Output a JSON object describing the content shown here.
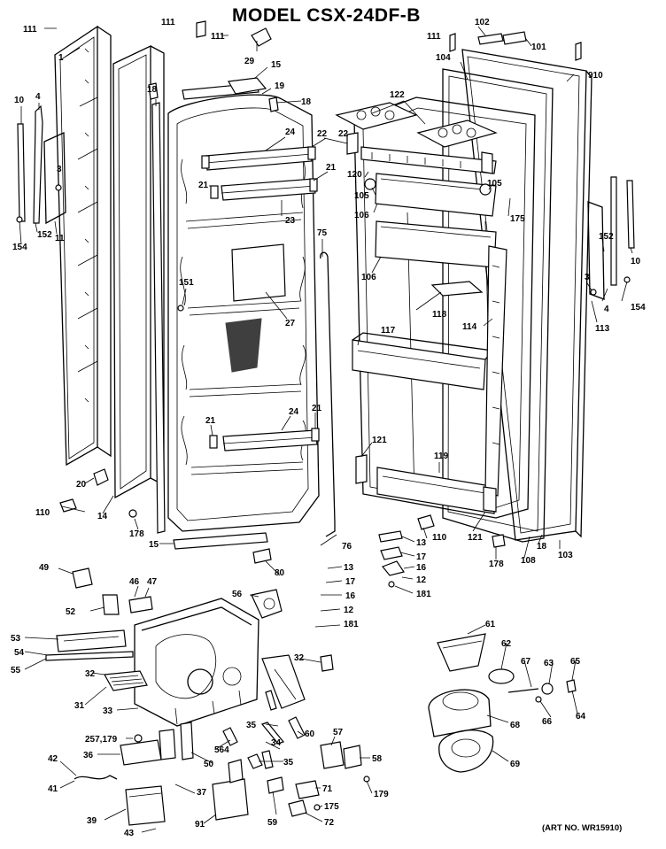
{
  "header": {
    "title": "MODEL  CSX-24DF-B",
    "art_number": "(ART NO. WR15910)"
  },
  "callouts": [
    {
      "id": "c111a",
      "text": "111"
    },
    {
      "id": "c111b",
      "text": "111"
    },
    {
      "id": "c111c",
      "text": "111"
    },
    {
      "id": "c111d",
      "text": "111"
    },
    {
      "id": "c1",
      "text": "1"
    },
    {
      "id": "c29",
      "text": "29"
    },
    {
      "id": "c15a",
      "text": "15"
    },
    {
      "id": "c19",
      "text": "19"
    },
    {
      "id": "c18a",
      "text": "18"
    },
    {
      "id": "c18b",
      "text": "18"
    },
    {
      "id": "c10a",
      "text": "10"
    },
    {
      "id": "c4a",
      "text": "4"
    },
    {
      "id": "c3a",
      "text": "3"
    },
    {
      "id": "c152a",
      "text": "152"
    },
    {
      "id": "c154a",
      "text": "154"
    },
    {
      "id": "c11",
      "text": "11"
    },
    {
      "id": "c24a",
      "text": "24"
    },
    {
      "id": "c22a",
      "text": "22"
    },
    {
      "id": "c21a",
      "text": "21"
    },
    {
      "id": "c21b",
      "text": "21"
    },
    {
      "id": "c23",
      "text": "23"
    },
    {
      "id": "c75",
      "text": "75"
    },
    {
      "id": "c151",
      "text": "151"
    },
    {
      "id": "c27",
      "text": "27"
    },
    {
      "id": "c21c",
      "text": "21"
    },
    {
      "id": "c24b",
      "text": "24"
    },
    {
      "id": "c21d",
      "text": "21"
    },
    {
      "id": "c20",
      "text": "20"
    },
    {
      "id": "c110a",
      "text": "110"
    },
    {
      "id": "c14",
      "text": "14"
    },
    {
      "id": "c178a",
      "text": "178"
    },
    {
      "id": "c15b",
      "text": "15"
    },
    {
      "id": "c76",
      "text": "76"
    },
    {
      "id": "c80",
      "text": "80"
    },
    {
      "id": "c102",
      "text": "102"
    },
    {
      "id": "c101",
      "text": "101"
    },
    {
      "id": "c104",
      "text": "104"
    },
    {
      "id": "c910",
      "text": "910"
    },
    {
      "id": "c122",
      "text": "122"
    },
    {
      "id": "c22b",
      "text": "22"
    },
    {
      "id": "c120",
      "text": "120"
    },
    {
      "id": "c105a",
      "text": "105"
    },
    {
      "id": "c105b",
      "text": "105"
    },
    {
      "id": "c106a",
      "text": "106"
    },
    {
      "id": "c106b",
      "text": "106"
    },
    {
      "id": "c175a",
      "text": "175"
    },
    {
      "id": "c118",
      "text": "118"
    },
    {
      "id": "c117",
      "text": "117"
    },
    {
      "id": "c114",
      "text": "114"
    },
    {
      "id": "c121a",
      "text": "121"
    },
    {
      "id": "c119",
      "text": "119"
    },
    {
      "id": "c121b",
      "text": "121"
    },
    {
      "id": "c110b",
      "text": "110"
    },
    {
      "id": "c178b",
      "text": "178"
    },
    {
      "id": "c108",
      "text": "108"
    },
    {
      "id": "c18c",
      "text": "18"
    },
    {
      "id": "c103",
      "text": "103"
    },
    {
      "id": "c10b",
      "text": "10"
    },
    {
      "id": "c152b",
      "text": "152"
    },
    {
      "id": "c3b",
      "text": "3"
    },
    {
      "id": "c154b",
      "text": "154"
    },
    {
      "id": "c4b",
      "text": "4"
    },
    {
      "id": "c113",
      "text": "113"
    },
    {
      "id": "c13a",
      "text": "13"
    },
    {
      "id": "c17a",
      "text": "17"
    },
    {
      "id": "c16a",
      "text": "16"
    },
    {
      "id": "c12a",
      "text": "12"
    },
    {
      "id": "c181a",
      "text": "181"
    },
    {
      "id": "c13b",
      "text": "13"
    },
    {
      "id": "c17b",
      "text": "17"
    },
    {
      "id": "c16b",
      "text": "16"
    },
    {
      "id": "c12b",
      "text": "12"
    },
    {
      "id": "c181b",
      "text": "181"
    },
    {
      "id": "c49",
      "text": "49"
    },
    {
      "id": "c46",
      "text": "46"
    },
    {
      "id": "c47",
      "text": "47"
    },
    {
      "id": "c52",
      "text": "52"
    },
    {
      "id": "c56",
      "text": "56"
    },
    {
      "id": "c53",
      "text": "53"
    },
    {
      "id": "c54",
      "text": "54"
    },
    {
      "id": "c55",
      "text": "55"
    },
    {
      "id": "c32a",
      "text": "32"
    },
    {
      "id": "c32b",
      "text": "32"
    },
    {
      "id": "c31",
      "text": "31"
    },
    {
      "id": "c33",
      "text": "33"
    },
    {
      "id": "c257",
      "text": "257,179"
    },
    {
      "id": "c36",
      "text": "36"
    },
    {
      "id": "c42",
      "text": "42"
    },
    {
      "id": "c41",
      "text": "41"
    },
    {
      "id": "c39",
      "text": "39"
    },
    {
      "id": "c43",
      "text": "43"
    },
    {
      "id": "c37",
      "text": "37"
    },
    {
      "id": "c50",
      "text": "50"
    },
    {
      "id": "c564",
      "text": "564"
    },
    {
      "id": "c35a",
      "text": "35"
    },
    {
      "id": "c34",
      "text": "34"
    },
    {
      "id": "c35b",
      "text": "35"
    },
    {
      "id": "c60",
      "text": "60"
    },
    {
      "id": "c57",
      "text": "57"
    },
    {
      "id": "c58",
      "text": "58"
    },
    {
      "id": "c179",
      "text": "179"
    },
    {
      "id": "c71",
      "text": "71"
    },
    {
      "id": "c175b",
      "text": "175"
    },
    {
      "id": "c72",
      "text": "72"
    },
    {
      "id": "c59",
      "text": "59"
    },
    {
      "id": "c91",
      "text": "91"
    },
    {
      "id": "c61",
      "text": "61"
    },
    {
      "id": "c62",
      "text": "62"
    },
    {
      "id": "c67",
      "text": "67"
    },
    {
      "id": "c63",
      "text": "63"
    },
    {
      "id": "c65",
      "text": "65"
    },
    {
      "id": "c66",
      "text": "66"
    },
    {
      "id": "c64",
      "text": "64"
    },
    {
      "id": "c68",
      "text": "68"
    },
    {
      "id": "c69",
      "text": "69"
    }
  ]
}
